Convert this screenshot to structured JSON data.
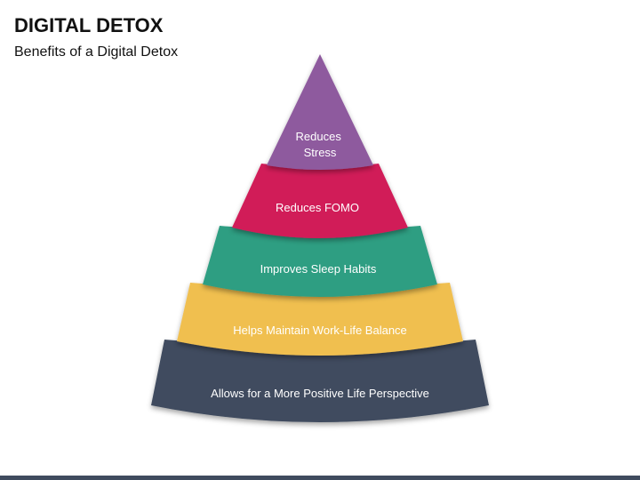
{
  "title": "DIGITAL DETOX",
  "subtitle": "Benefits of a Digital Detox",
  "pyramid": {
    "layers": [
      {
        "lines": [
          "Reduces",
          "Stress"
        ],
        "color": "#8e5a9e"
      },
      {
        "lines": [
          "Reduces FOMO"
        ],
        "color": "#d11c58"
      },
      {
        "lines": [
          "Improves Sleep Habits"
        ],
        "color": "#2e9e82"
      },
      {
        "lines": [
          "Helps Maintain Work-Life Balance"
        ],
        "color": "#f0bf50"
      },
      {
        "lines": [
          "Allows for a More Positive Life Perspective"
        ],
        "color": "#3f4b5e"
      }
    ]
  },
  "colors": {
    "bottom_bar": "#3f4b5e"
  }
}
